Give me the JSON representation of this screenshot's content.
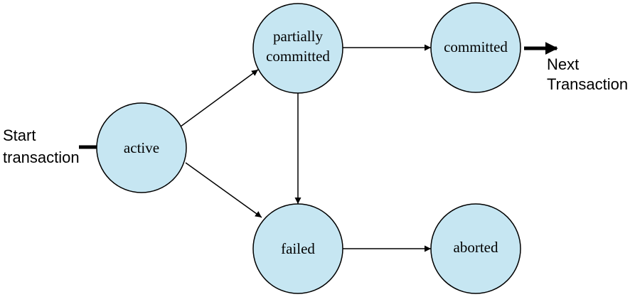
{
  "colors": {
    "state_fill": "#c6e6f2",
    "stroke": "#000000",
    "background": "#ffffff"
  },
  "states": {
    "active": "active",
    "partially_committed_line1": "partially",
    "partially_committed_line2": "committed",
    "committed": "committed",
    "failed": "failed",
    "aborted": "aborted"
  },
  "external_labels": {
    "start_line1": "Start",
    "start_line2": "transaction",
    "next_line1": "Next",
    "next_line2": "Transaction"
  }
}
